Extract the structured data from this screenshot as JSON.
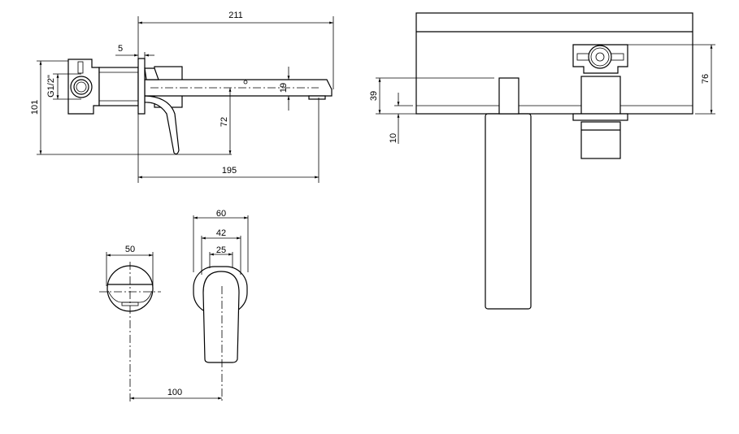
{
  "dimensions": {
    "overall_length": "211",
    "wall_offset": "5",
    "height": "101",
    "connection": "G1/2\"",
    "handle_drop": "72",
    "spout_height": "19",
    "spout_reach": "195",
    "box_depth": "76",
    "stub_depth": "39",
    "flange": "10",
    "rosette_diameter": "50",
    "escutcheon_width": "60",
    "lever_base_width": "42",
    "lever_width": "25",
    "center_distance": "100"
  }
}
